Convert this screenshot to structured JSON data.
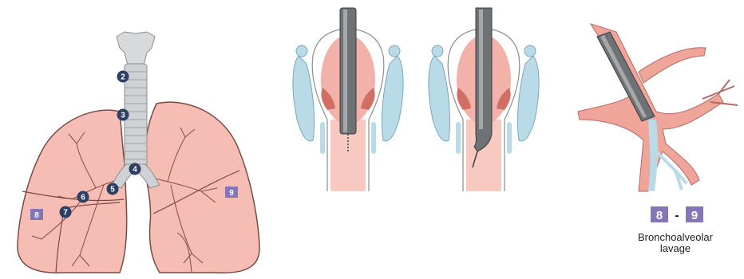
{
  "labels": {
    "station_2": "2",
    "station_3": "3",
    "station_4": "4",
    "station_5": "5",
    "station_6": "6",
    "station_7": "7",
    "station_8": "8",
    "station_9": "9"
  },
  "bal_legend": {
    "from": "8",
    "separator": "-",
    "to": "9",
    "caption_line1": "Bronchoalveolar",
    "caption_line2": "lavage"
  },
  "colors": {
    "lung_fill": "#f5bdb4",
    "lung_stroke": "#7a4a45",
    "trachea_fill": "#cfd2d4",
    "tube_fill": "#6e7275",
    "circle_badge": "#2c3e64",
    "square_badge": "#8576b8",
    "airway_pink": "#f0a59a",
    "cartilage_blue": "#b9dbe8"
  }
}
